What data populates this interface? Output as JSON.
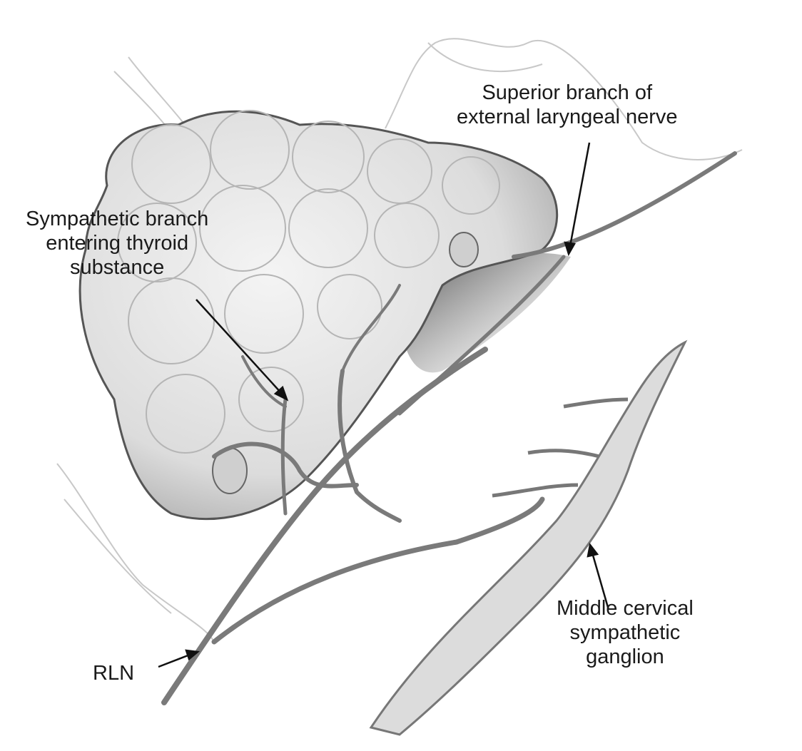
{
  "figure": {
    "labels": {
      "superior_branch": [
        "Superior branch of",
        "external laryngeal nerve"
      ],
      "sympathetic_branch": [
        "Sympathetic branch",
        "entering thyroid",
        "substance"
      ],
      "middle_ganglion": [
        "Middle cervical",
        "sympathetic",
        "ganglion"
      ],
      "rln": "RLN"
    },
    "colors": {
      "gland_fill": "#e4e4e4",
      "gland_stroke": "#555555",
      "nerve": "#7a7a7a",
      "text": "#1a1a1a"
    }
  }
}
